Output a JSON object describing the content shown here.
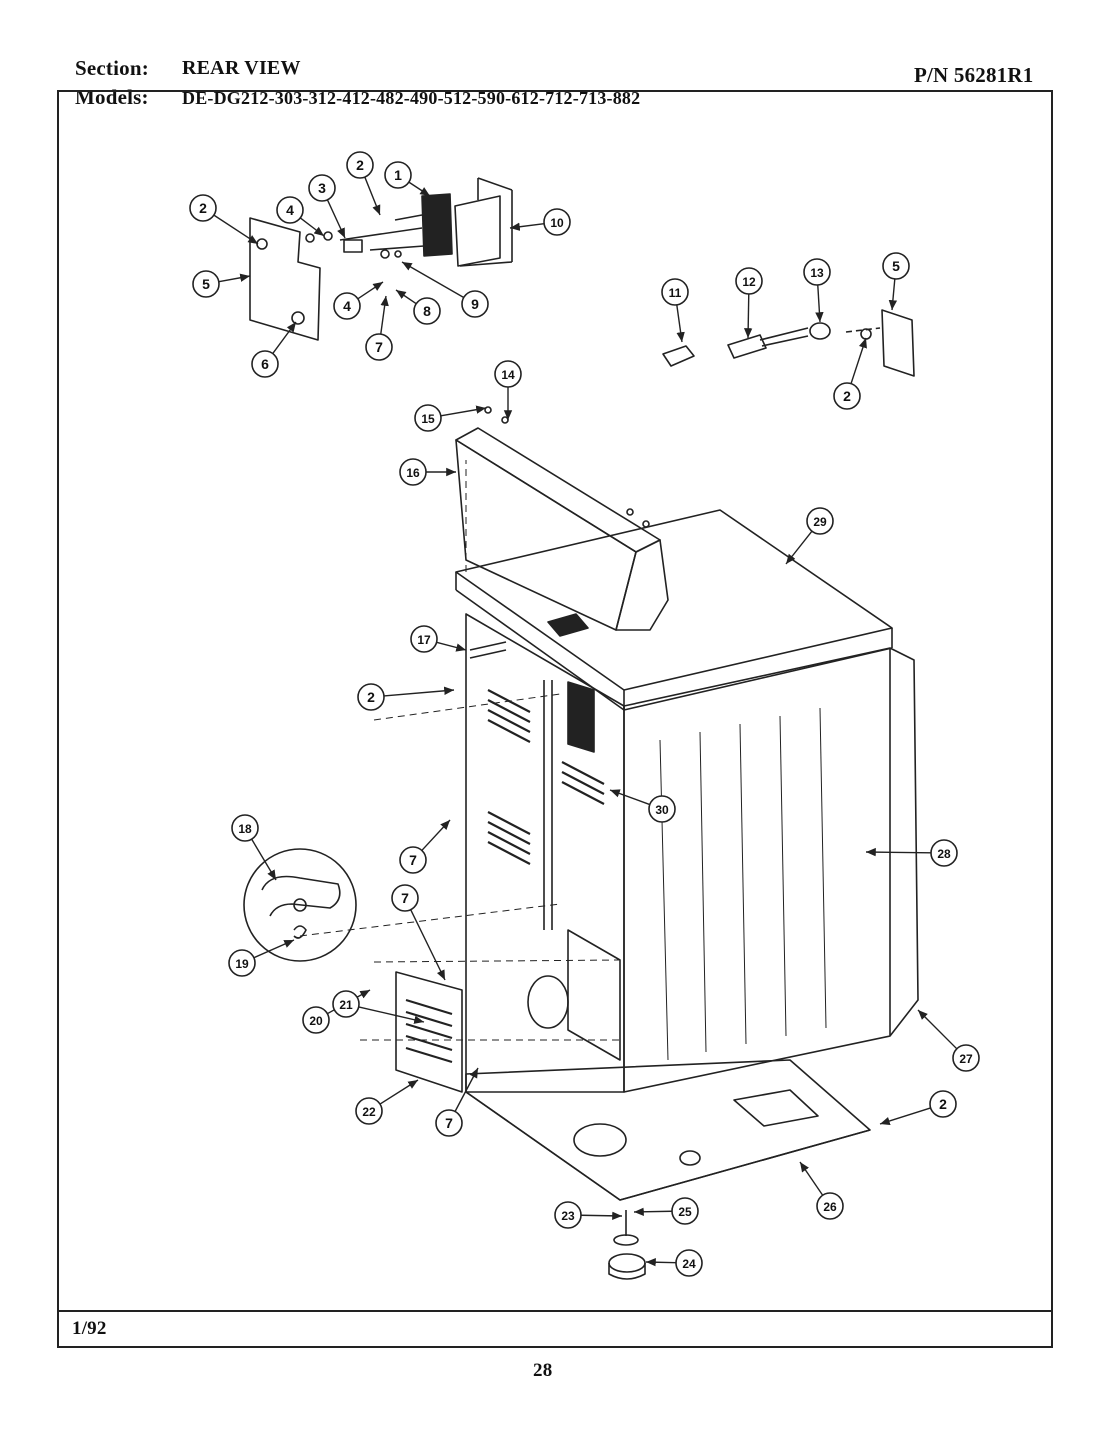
{
  "header": {
    "section_label": "Section:",
    "section_value": "REAR VIEW",
    "part_number": "P/N 56281R1",
    "models_label": "Models:",
    "models_value": "DE-DG212-303-312-412-482-490-512-590-612-712-713-882"
  },
  "footer": {
    "date": "1/92",
    "page_number": "28"
  },
  "callouts": [
    "1",
    "2",
    "3",
    "4",
    "5",
    "6",
    "7",
    "8",
    "9",
    "10",
    "11",
    "12",
    "13",
    "14",
    "15",
    "16",
    "17",
    "18",
    "19",
    "20",
    "21",
    "22",
    "23",
    "24",
    "25",
    "26",
    "27",
    "28",
    "29",
    "30"
  ]
}
